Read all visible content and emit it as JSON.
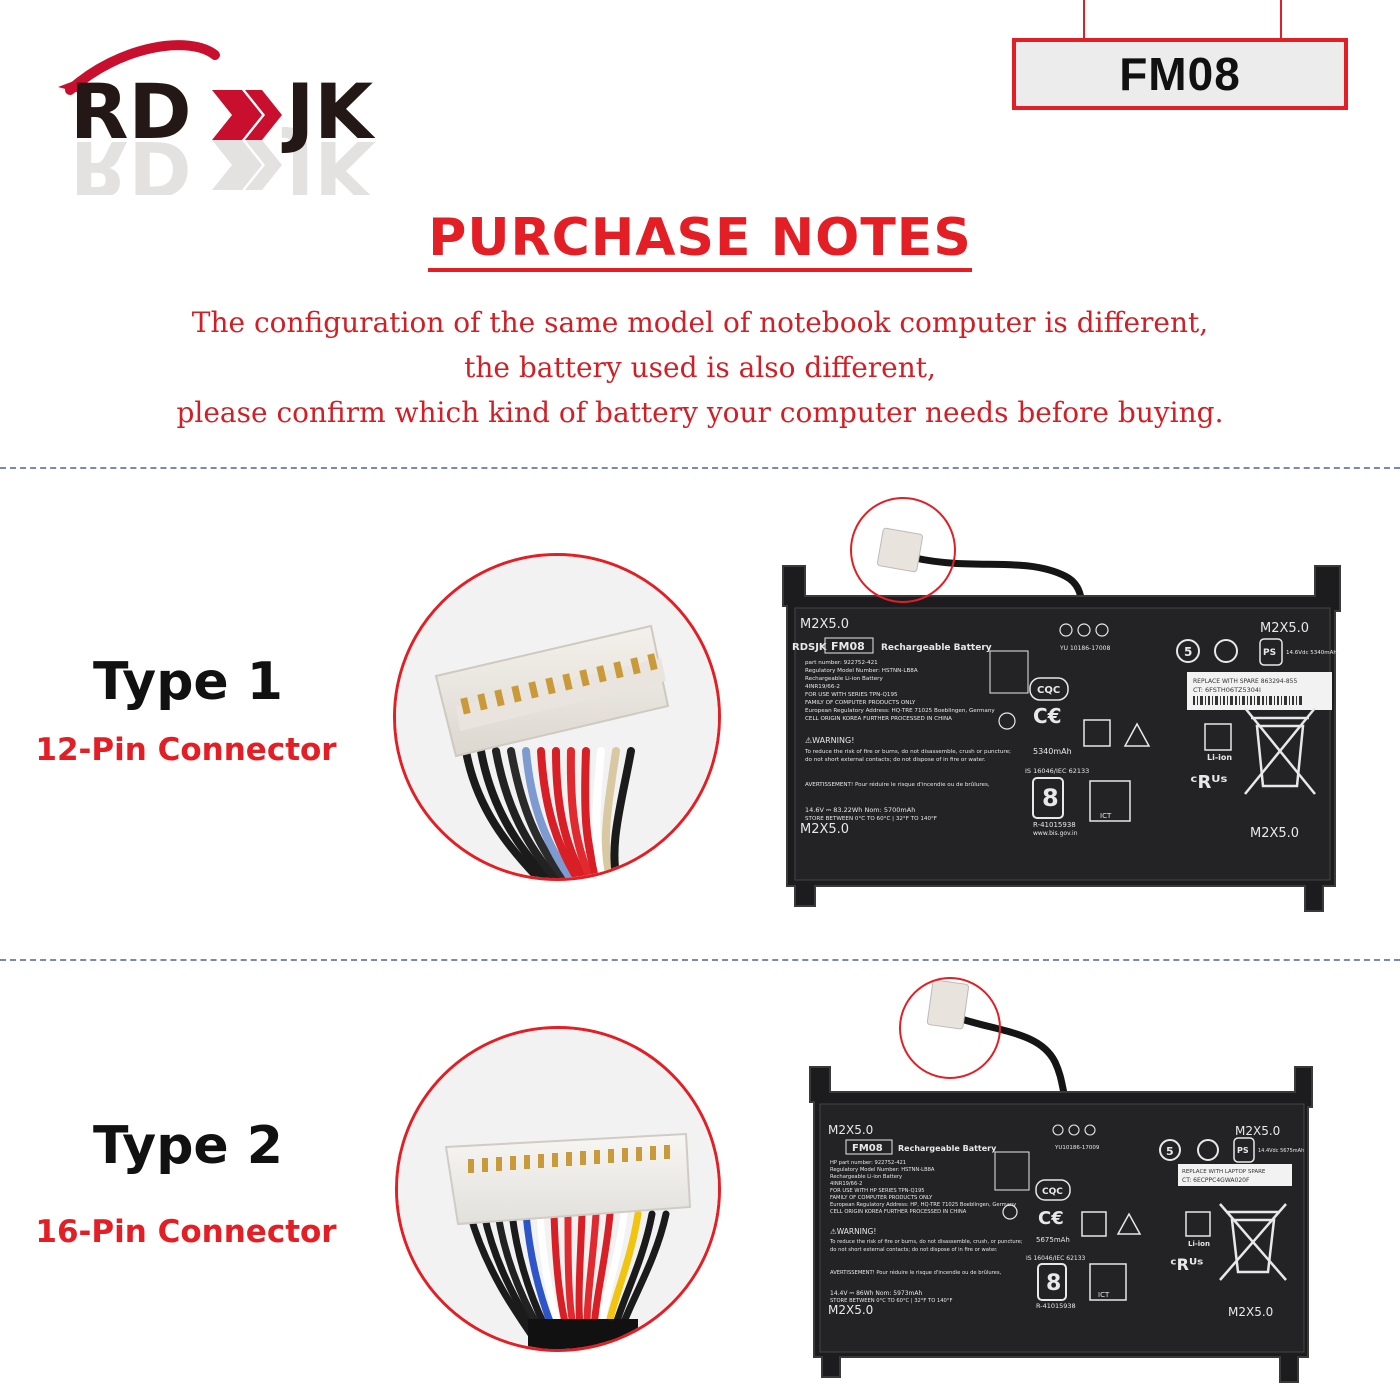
{
  "brand": {
    "name": "RDSJK"
  },
  "model_tag": "FM08",
  "heading": "PURCHASE NOTES",
  "notes": [
    "The configuration of the same model of notebook computer is different,",
    "the battery used is also different,",
    "please confirm which kind of battery your computer needs before buying."
  ],
  "types": [
    {
      "label": "Type 1",
      "connector": "12-Pin Connector",
      "battery": {
        "top_left_screw": "M2X5.0",
        "top_right_screw": "M2X5.0",
        "bottom_left_screw": "M2X5.0",
        "bottom_right_screw": "M2X5.0",
        "brand": "RDSJK",
        "model": "FM08",
        "product": "Rechargeable Battery",
        "lines": [
          "part number: 922752-421",
          "Regulatory Model Number: HSTNN-LB8A",
          "Rechargeable Li-ion Battery",
          "4INR19/66-2",
          "FOR USE WITH    SERIES TPN-Q195",
          "FAMILY OF COMPUTER PRODUCTS ONLY",
          "European Regulatory Address:  HQ-TRE 71025 Boeblingen, Germany",
          "CELL ORIGIN KOREA FURTHER PROCESSED IN CHINA",
          "⚠WARNING!",
          "To reduce the risk of fire or burns, do not disassemble, crush or puncture;",
          "do not short external contacts; do not dispose of in fire or water.",
          "AVERTISSEMENT! Pour réduire le risque d'incendie ou de brûlures,",
          "14.6V ⎓ 83.22Wh Nom: 5700mAh",
          "STORE BETWEEN 0°C TO 60°C | 32°F TO 140°F"
        ],
        "cert_id": "YU 10186-17008",
        "capacity_label": "5340mAh",
        "replace_text": "REPLACE WITH   SPARE 863294-855",
        "ct_text": "CT: 6FSTH06TZ5304I",
        "voltage_label": "14.6Vdc 5340mAh",
        "is_code": "IS 16046/IEC 62133",
        "r_code": "R-41015938",
        "website": "www.bis.gov.in",
        "ict": "ICT",
        "li_ion": "Li-ion"
      }
    },
    {
      "label": "Type 2",
      "connector": "16-Pin Connector",
      "battery": {
        "top_left_screw": "M2X5.0",
        "top_right_screw": "M2X5.0",
        "bottom_left_screw": "M2X5.0",
        "bottom_right_screw": "M2X5.0",
        "brand": "",
        "model": "FM08",
        "product": "Rechargeable Battery",
        "lines": [
          "HP part number: 922752-421",
          "Regulatory Model Number: HSTNN-LB8A",
          "Rechargeable Li-ion Battery",
          "4INR19/66-2",
          "FOR USE WITH HP SERIES TPN-Q195",
          "FAMILY OF COMPUTER PRODUCTS ONLY",
          "European Regulatory Address: HP, HQ-TRE 71025 Boeblingen, Germany",
          "CELL ORIGIN KOREA FURTHER PROCESSED IN CHINA",
          "⚠WARNING!",
          "To reduce the risk of fire or burns, do not disassemble, crush, or puncture;",
          "do not short external contacts; do not dispose of in fire or water.",
          "AVERTISSEMENT! Pour réduire le risque d'incendie ou de brûlures,",
          "14.4V ⎓ 86Wh Nom: 5973mAh",
          "STORE BETWEEN 0°C TO 60°C | 32°F TO 140°F"
        ],
        "cert_id": "YU10186-17009",
        "capacity_label": "5675mAh",
        "replace_text": "REPLACE WITH LAPTOP SPARE",
        "ct_text": "CT: 6ECPPC4GWA020F",
        "voltage_label": "14.4Vdc 5675mAh",
        "is_code": "IS 16046/IEC 62133",
        "r_code": "R-41015938",
        "website": "",
        "ict": "ICT",
        "li_ion": "Li-ion"
      }
    }
  ],
  "colors": {
    "accent": "#e31e24",
    "battery_body": "#1c1c1e",
    "label_text": "#111111"
  }
}
